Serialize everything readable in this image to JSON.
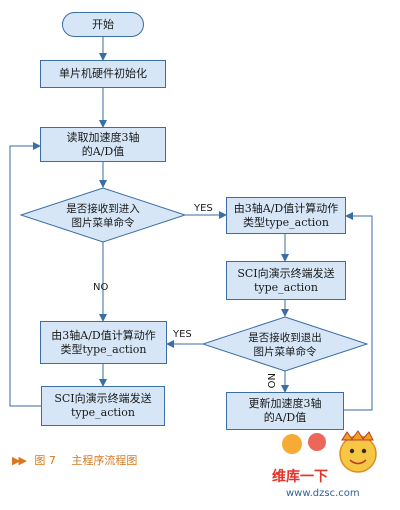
{
  "nodes": {
    "start": "开始",
    "init": "单片机硬件初始化",
    "read_1": "读取加速度3轴",
    "read_2": "的A/D值",
    "dec_enter_1": "是否接收到进入",
    "dec_enter_2": "图片菜单命令",
    "calc_right_1": "由3轴A/D值计算动作",
    "calc_right_2": "类型type_action",
    "sci_right_1": "SCI向演示终端发送",
    "sci_right_2": "type_action",
    "dec_exit_1": "是否接收到退出",
    "dec_exit_2": "图片菜单命令",
    "calc_left_1": "由3轴A/D值计算动作",
    "calc_left_2": "类型type_action",
    "sci_left_1": "SCI向演示终端发送",
    "sci_left_2": "type_action",
    "update_1": "更新加速度3轴",
    "update_2": "的A/D值"
  },
  "labels": {
    "yes_enter": "YES",
    "no_enter": "NO",
    "yes_exit": "YES",
    "no_exit": "NO"
  },
  "caption": {
    "arrows": "▶▶",
    "figure": "图 7",
    "title": "主程序流程图"
  },
  "watermark": {
    "brand": "维库一下",
    "url": "www.dzsc.com"
  },
  "colors": {
    "box_fill": "#d6e6f6",
    "box_border": "#3a6ea5",
    "line": "#3a6ea5",
    "caption": "#d9771e"
  }
}
